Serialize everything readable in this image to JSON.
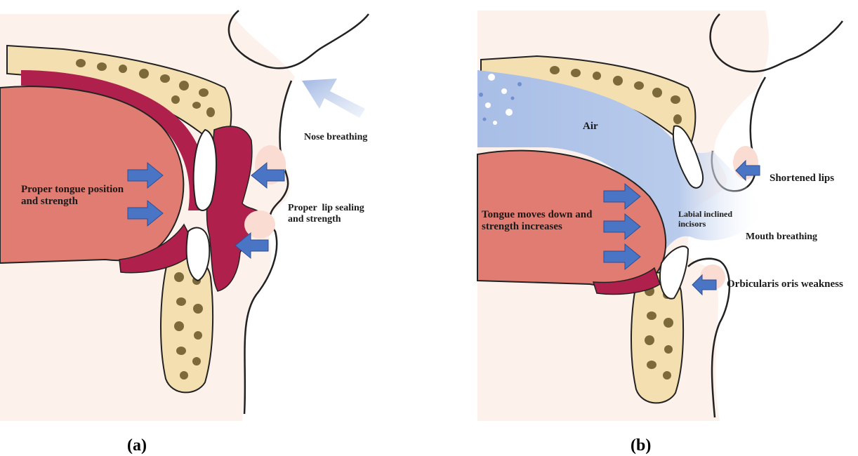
{
  "panel_a": {
    "caption": "(a)",
    "labels": {
      "nose_breathing": "Nose breathing",
      "tongue_line1": "Proper tongue position",
      "tongue_line2": "and strength",
      "lip_line1": "Proper  lip sealing",
      "lip_line2": "and strength"
    }
  },
  "panel_b": {
    "caption": "(b)",
    "labels": {
      "air": "Air",
      "shortened_lips": "Shortened lips",
      "labial_line1": "Labial inclined",
      "labial_line2": "incisors",
      "tongue_line1": "Tongue moves down and",
      "tongue_line2": "strength increases",
      "mouth_breathing": "Mouth breathing",
      "orbicularis": "Orbicularis oris weakness"
    }
  },
  "colors": {
    "skin": "#fbe6df",
    "tongue": "#e07c72",
    "muscle": "#b0204c",
    "bone": "#f4dfb0",
    "bone_spot": "#7d6a3a",
    "tooth": "#ffffff",
    "arrow": "#4a74c4",
    "air": "#a9bee6"
  }
}
